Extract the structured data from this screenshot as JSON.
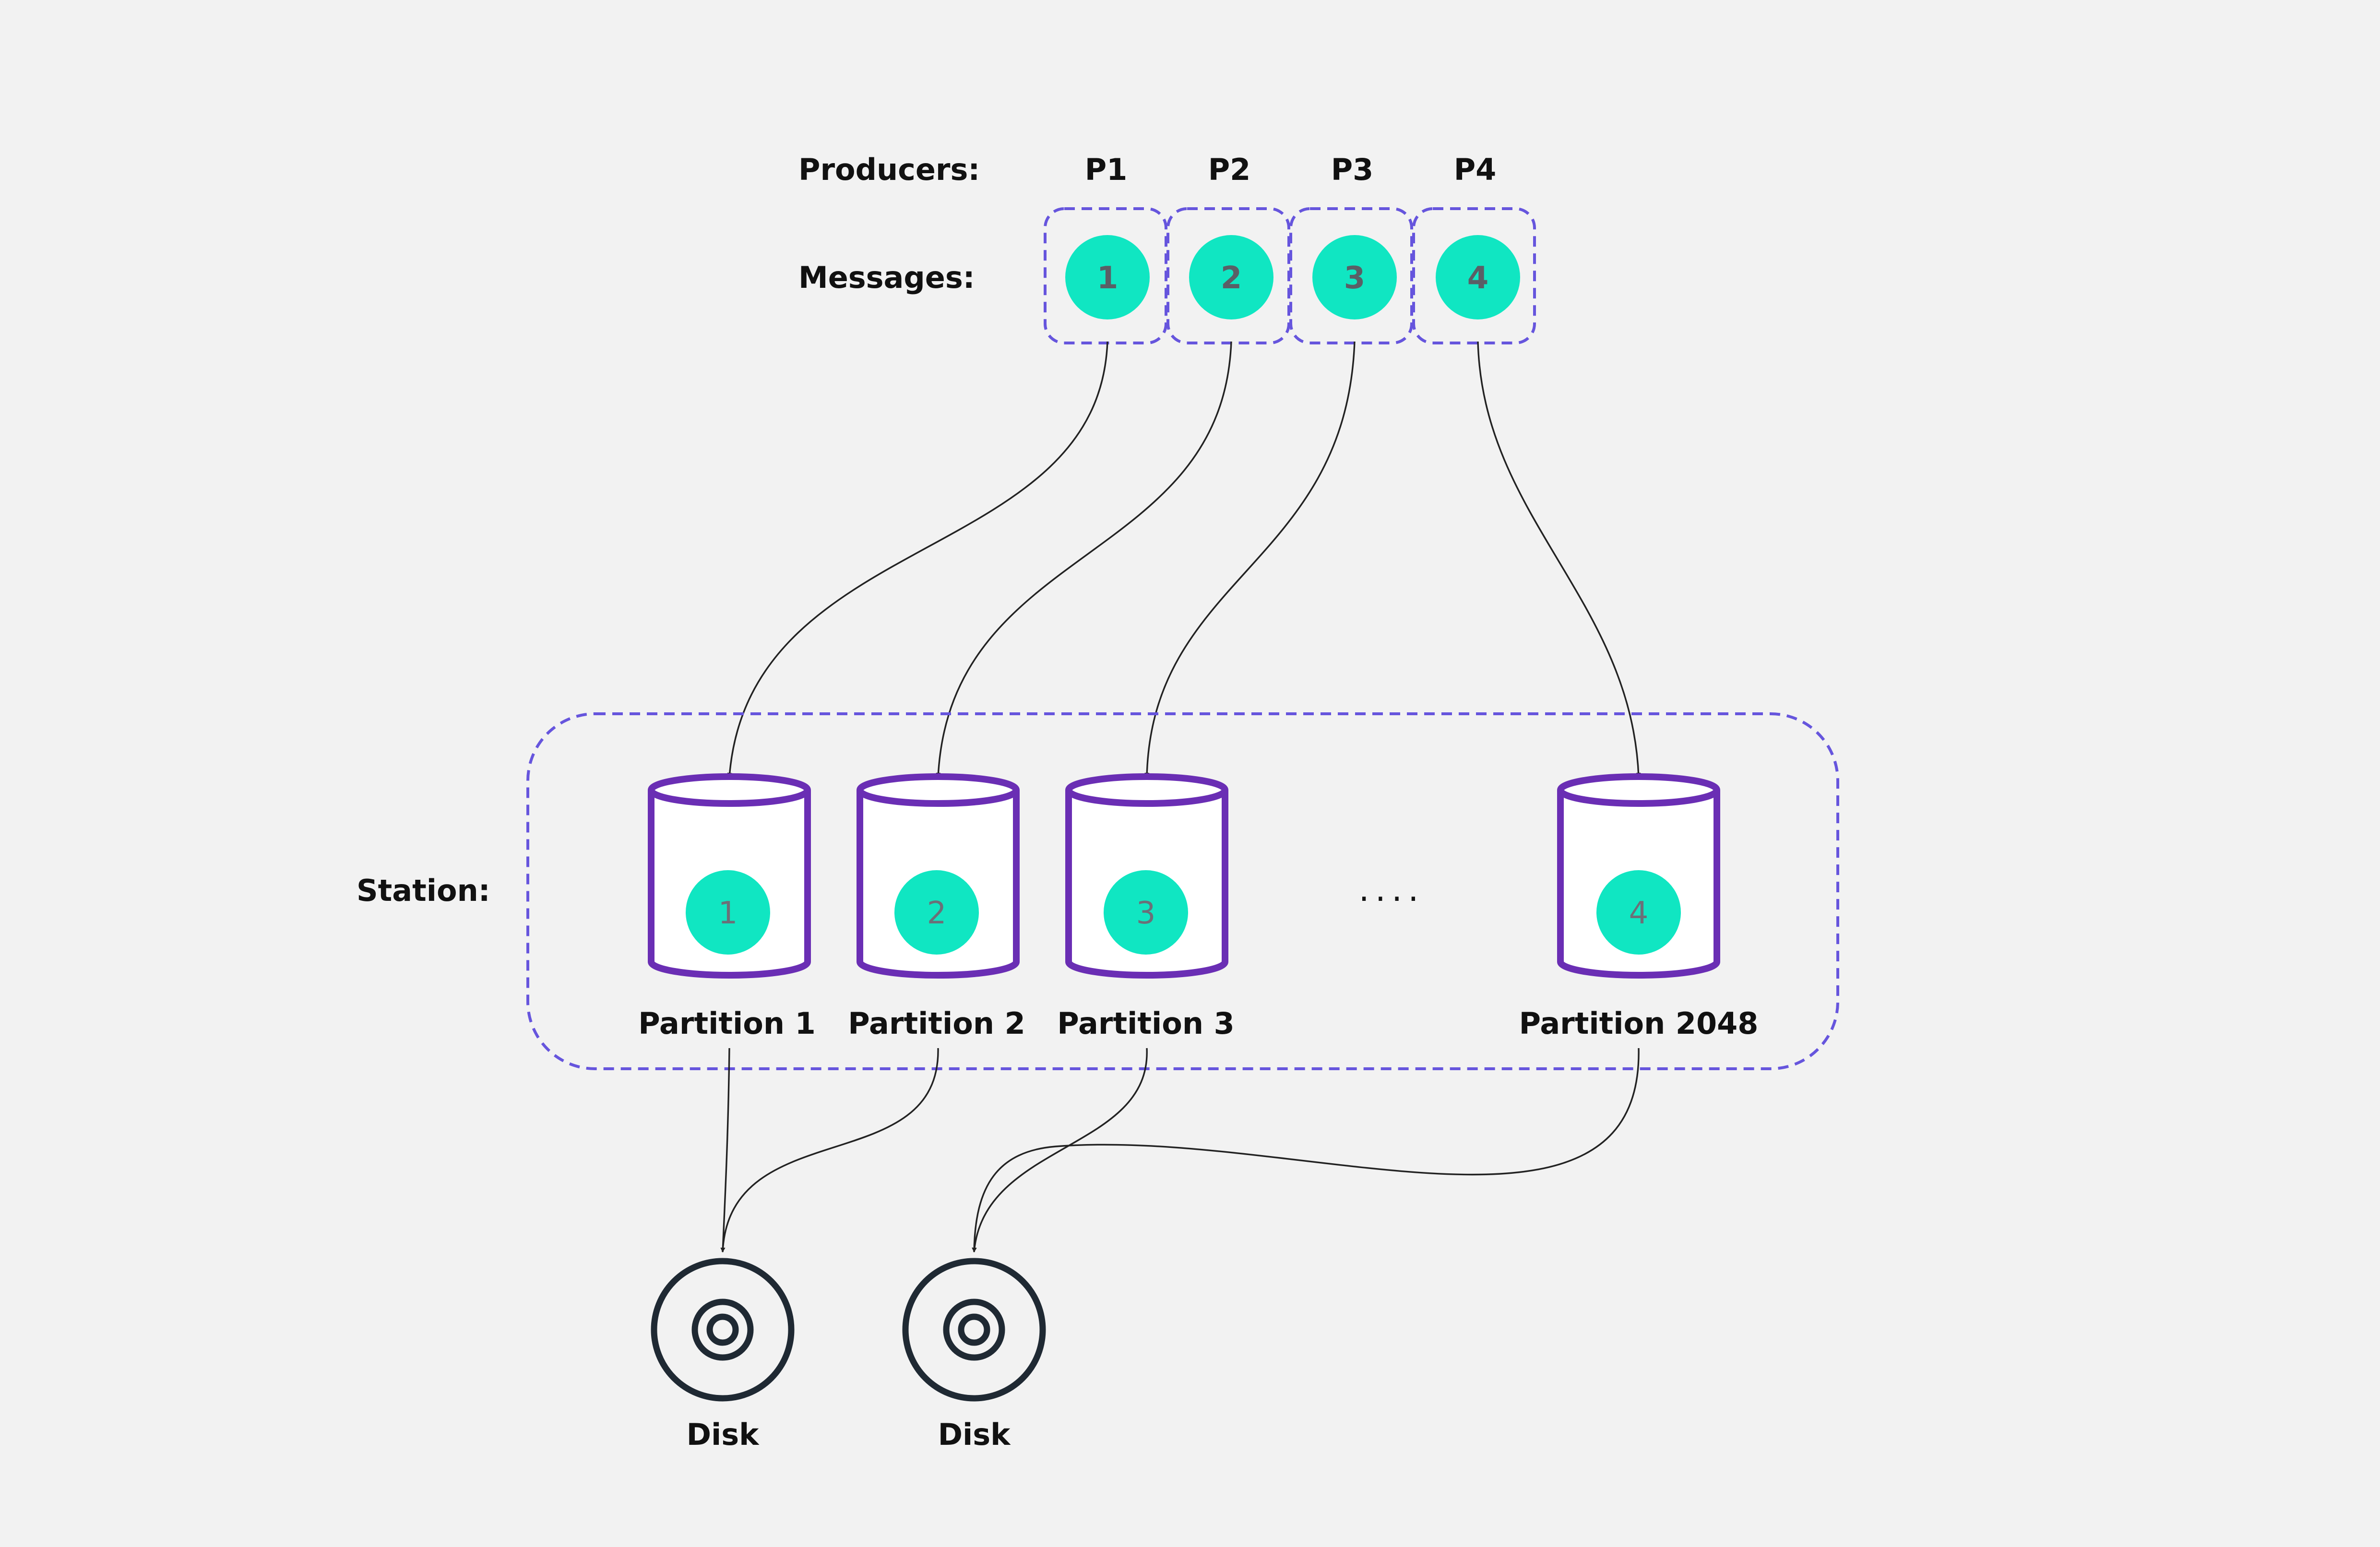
{
  "labels": {
    "producers": "Producers:",
    "messages": "Messages:",
    "station": "Station:"
  },
  "producers": [
    {
      "name": "P1",
      "message": "1"
    },
    {
      "name": "P2",
      "message": "2"
    },
    {
      "name": "P3",
      "message": "3"
    },
    {
      "name": "P4",
      "message": "4"
    }
  ],
  "partitions": [
    {
      "name": "Partition 1",
      "message": "1"
    },
    {
      "name": "Partition 2",
      "message": "2"
    },
    {
      "name": "Partition 3",
      "message": "3"
    },
    {
      "name": "Partition 2048",
      "message": "4"
    }
  ],
  "ellipsis": "....",
  "disks": [
    {
      "name": "Disk"
    },
    {
      "name": "Disk"
    }
  ],
  "colors": {
    "background": "#f2f2f2",
    "message_fill": "#10e6c2",
    "dashed_outline": "#6655dd",
    "cylinder_stroke": "#6a2eb4",
    "disk_stroke": "#1f2933",
    "connector": "#222222"
  }
}
